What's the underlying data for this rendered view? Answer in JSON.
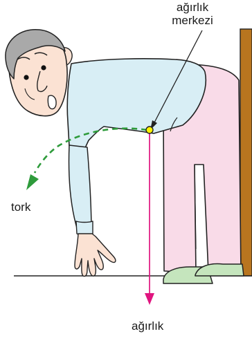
{
  "labels": {
    "center_of_mass_line1": "ağırlık",
    "center_of_mass_line2": "merkezi",
    "torque": "tork",
    "weight": "ağırlık"
  },
  "colors": {
    "skin": "#fbe2d3",
    "shirt": "#d8eef5",
    "pants": "#f9dbe8",
    "hair": "#a9a9a9",
    "shoe": "#c5e5bd",
    "wall": "#b8751f",
    "torque_arrow": "#2e9b3b",
    "weight_arrow": "#e0147f",
    "center_dot": "#fff200"
  }
}
